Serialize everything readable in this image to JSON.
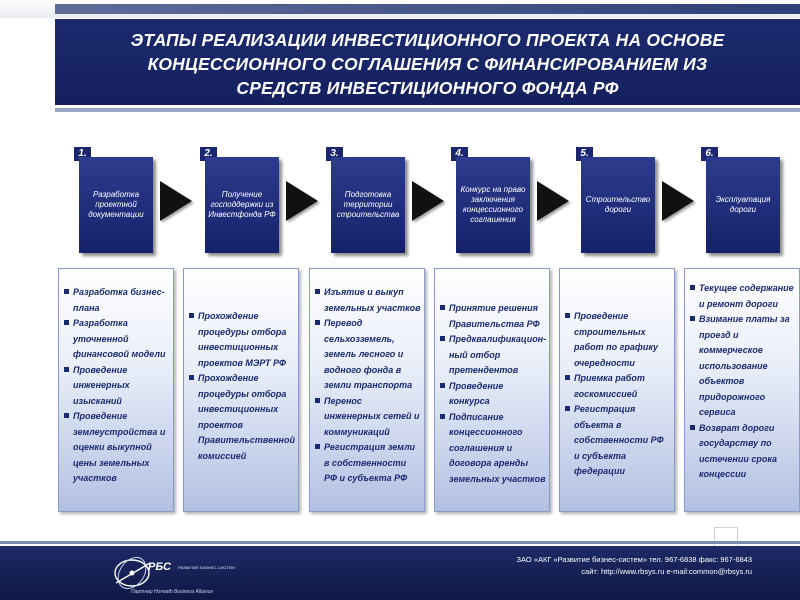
{
  "title_lines": [
    "ЭТАПЫ РЕАЛИЗАЦИИ ИНВЕСТИЦИОННОГО ПРОЕКТА НА ОСНОВЕ",
    "КОНЦЕССИОННОГО СОГЛАШЕНИЯ С ФИНАНСИРОВАНИЕМ ИЗ",
    "СРЕДСТВ ИНВЕСТИЦИОННОГО ФОНДА РФ"
  ],
  "stages": [
    {
      "number": "1.",
      "label": "Разработка проектной документации"
    },
    {
      "number": "2.",
      "label": "Получение господдержки из Инвестфонда РФ"
    },
    {
      "number": "3.",
      "label": "Подготовка территории строительства"
    },
    {
      "number": "4.",
      "label": "Конкурс на право заключения концессионного соглашения"
    },
    {
      "number": "5.",
      "label": "Строительство дороги"
    },
    {
      "number": "6.",
      "label": "Эксплуатация дороги"
    }
  ],
  "details": [
    [
      "Разработка бизнес-плана",
      "Разработка уточненной финансовой модели",
      "Проведение инженерных изысканий",
      "Проведение землеустройства и оценки выкупной цены земельных участков"
    ],
    [
      "Прохождение процедуры отбора инвестиционных проектов МЭРТ РФ",
      "Прохождение процедуры отбора инвестиционных проектов Правительственной комиссией"
    ],
    [
      "Изъятие и выкуп земельных участков",
      "Перевод сельхозземель, земель лесного и водного фонда в земли транспорта",
      "Перенос инженерных сетей и коммуникаций",
      "Регистрация земли в собственности РФ и субъекта РФ"
    ],
    [
      "Принятие решения Правительства РФ",
      "Предквалификацион-ный отбор претендентов",
      "Проведение конкурса",
      "Подписание концессионного соглашения и договора аренды земельных участков"
    ],
    [
      "Проведение строительных работ по графику очередности",
      "Приемка работ госкомиссией",
      "Регистрация объекта в собственности РФ и субъекта федерации"
    ],
    [
      "Текущее содержание и ремонт дороги",
      "Взимание платы за проезд и коммерческое использование объектов придорожного сервиса",
      "Возврат дороги государству по истечении срока концессии"
    ]
  ],
  "footer": {
    "logo_text": "РБС",
    "logo_sub": "РАЗВИТИЕ БИЗНЕС-СИСТЕМ",
    "partner": "Партнер Horwath Business Alliance",
    "contact_line1": "ЗАО «АКГ «Развитие бизнес-систем» тел. 967-6838 факс: 967-6843",
    "contact_line2": "сайт: http://www.rbsys.ru e-mail:common@rbsys.ru"
  },
  "colors": {
    "navy": "#15205e",
    "card_text": "#1a2a70"
  }
}
